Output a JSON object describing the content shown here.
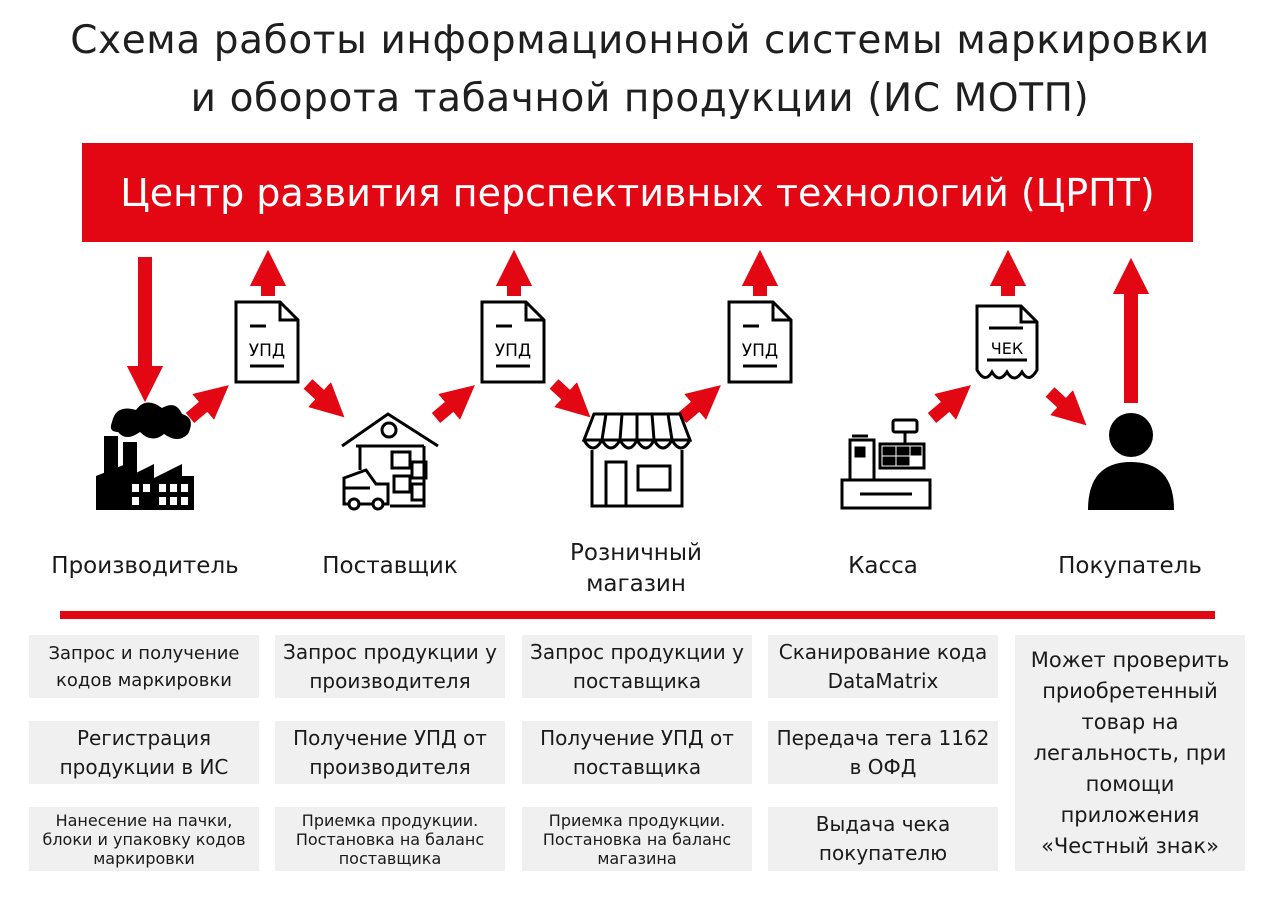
{
  "title": {
    "line1": "Схема работы информационной системы маркировки",
    "line2": "и оборота табачной продукции (ИС МОТП)"
  },
  "banner": "Центр развития перспективных технологий (ЦРПТ)",
  "colors": {
    "accent": "#e30613",
    "box_bg": "#f0f0f0",
    "icon": "#000000"
  },
  "documents": [
    "УПД",
    "УПД",
    "УПД",
    "ЧЕК"
  ],
  "actors": [
    {
      "icon": "factory-icon",
      "label": "Производитель"
    },
    {
      "icon": "warehouse-icon",
      "label": "Поставщик"
    },
    {
      "icon": "store-icon",
      "label_line1": "Розничный",
      "label_line2": "магазин"
    },
    {
      "icon": "cash-register-icon",
      "label": "Касса"
    },
    {
      "icon": "person-icon",
      "label": "Покупатель"
    }
  ],
  "columns": [
    {
      "boxes": [
        "Запрос и получение кодов маркировки",
        "Регистрация продукции в ИС",
        "Нанесение на пачки, блоки и упаковку кодов маркировки"
      ]
    },
    {
      "boxes": [
        "Запрос продукции у производителя",
        "Получение УПД от производителя",
        "Приемка продукции. Постановка на баланс поставщика"
      ]
    },
    {
      "boxes": [
        "Запрос продукции у поставщика",
        "Получение УПД от поставщика",
        "Приемка продукции. Постановка на баланс магазина"
      ]
    },
    {
      "boxes": [
        "Сканирование кода DataMatrix",
        "Передача тега 1162 в ОФД",
        "Выдача чека покупателю"
      ]
    },
    {
      "boxes": [
        "Может проверить приобретенный товар на легальность, при помощи приложения «Честный знак»"
      ]
    }
  ]
}
